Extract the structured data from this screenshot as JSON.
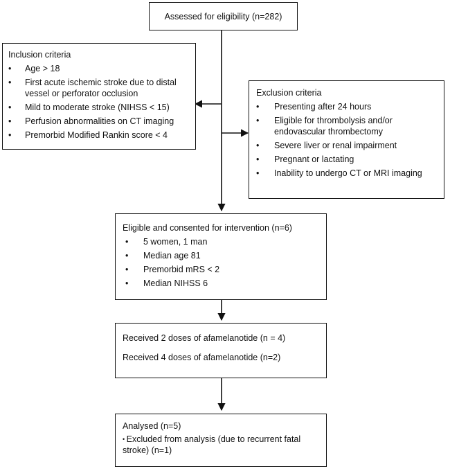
{
  "assessed": {
    "text": "Assessed for eligibility (n=282)"
  },
  "inclusion": {
    "title": "Inclusion criteria",
    "items": [
      "Age > 18",
      "First acute ischemic stroke due to distal vessel or perforator occlusion",
      "Mild to moderate stroke (NIHSS < 15)",
      "Perfusion abnormalities on CT imaging",
      "Premorbid Modified Rankin score < 4"
    ]
  },
  "exclusion": {
    "title": "Exclusion criteria",
    "items": [
      "Presenting after 24 hours",
      "Eligible for thrombolysis and/or endovascular thrombectomy",
      "Severe liver or renal impairment",
      "Pregnant or lactating",
      "Inability to undergo CT or MRI imaging"
    ]
  },
  "eligible": {
    "title": "Eligible and consented for intervention (n=6)",
    "items": [
      "5 women, 1 man",
      "Median age 81",
      "Premorbid mRS < 2",
      "Median NIHSS 6"
    ]
  },
  "received": {
    "line1": "Received 2 doses of afamelanotide (n = 4)",
    "line2": "Received 4 doses of afamelanotide (n=2)"
  },
  "analysed": {
    "title": "Analysed  (n=5)",
    "note": "Excluded from analysis (due to recurrent fatal stroke) (n=1)"
  }
}
